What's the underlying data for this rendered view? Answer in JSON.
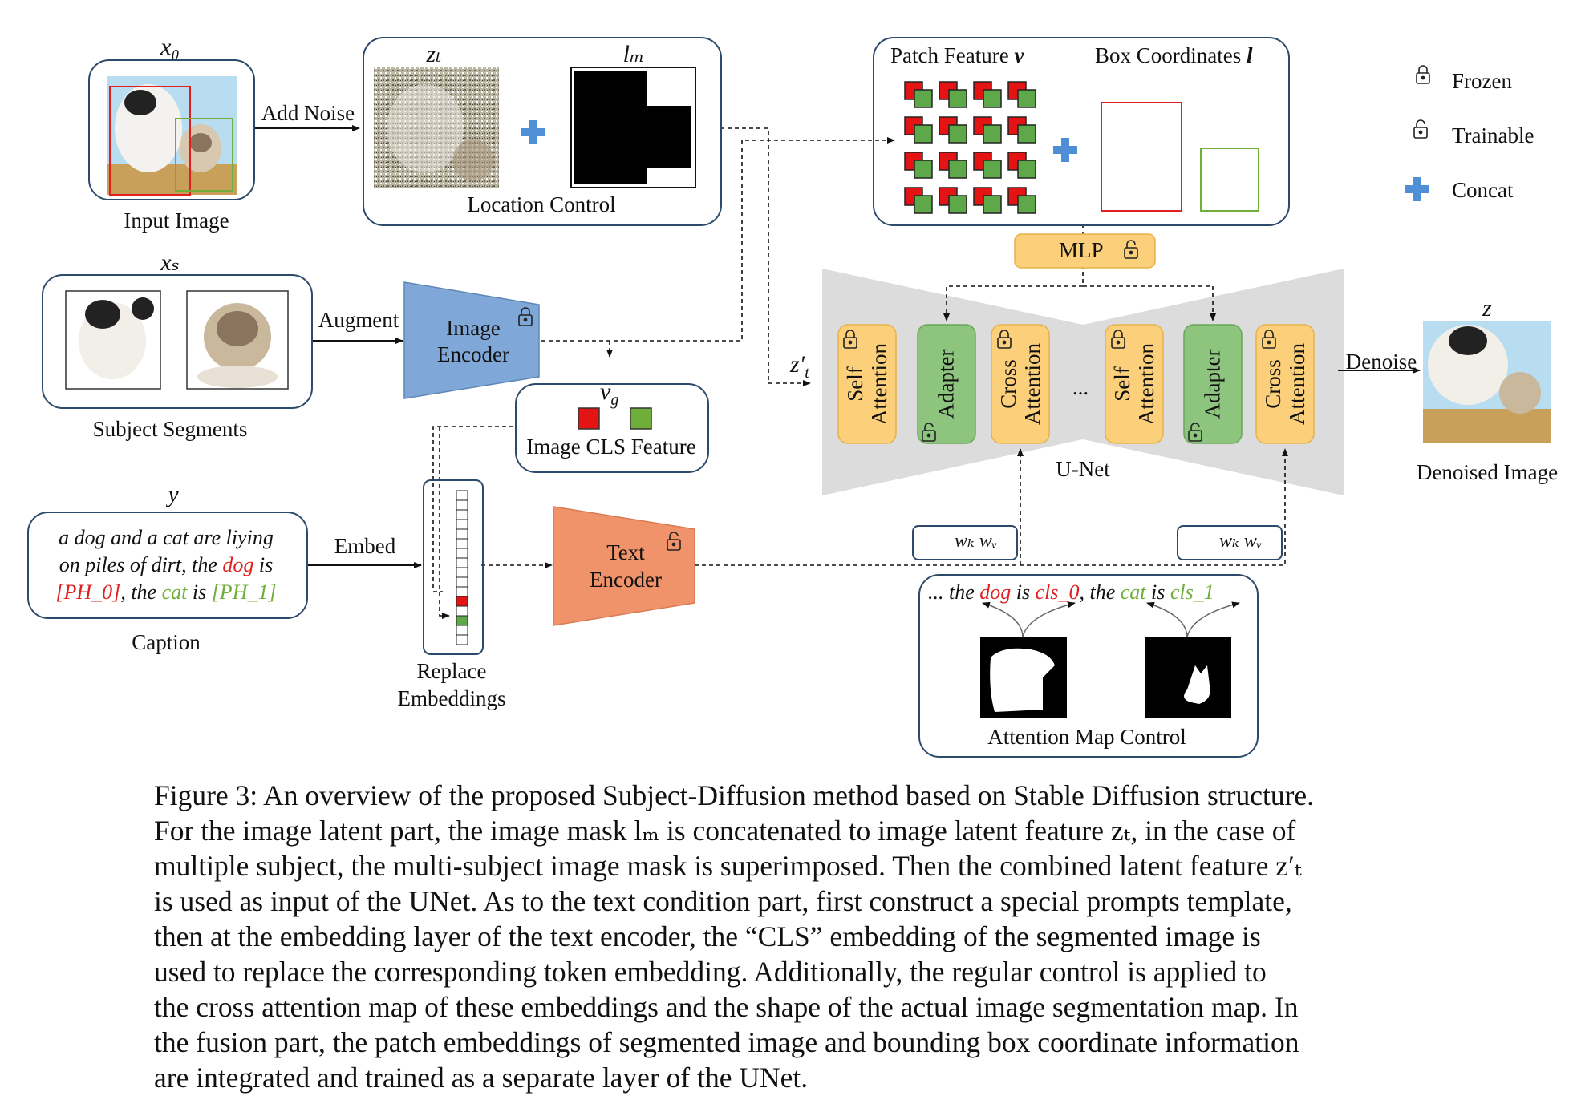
{
  "labels": {
    "x0": "x₀",
    "input_image": "Input Image",
    "add_noise": "Add Noise",
    "zt": "zₜ",
    "lm": "lₘ",
    "location_control": "Location Control",
    "patch_feature": "Patch Feature",
    "patch_sym": "v",
    "box_coordinates": "Box Coordinates",
    "box_sym": "l",
    "legend_frozen": "Frozen",
    "legend_trainable": "Trainable",
    "legend_concat": "Concat",
    "mlp": "MLP",
    "xs": "xₛ",
    "subject_segments": "Subject Segments",
    "augment": "Augment",
    "image_encoder": [
      "Image",
      "Encoder"
    ],
    "vg": "v",
    "vg_sub": "g",
    "image_cls_feature": "Image CLS Feature",
    "zt_prime": "z′",
    "zt_prime_sub": "t",
    "self_attention": [
      "Self",
      "Attention"
    ],
    "adapter": "Adapter",
    "cross_attention": [
      "Cross",
      "Attention"
    ],
    "ellipsis": "...",
    "unet": "U-Net",
    "denoise": "Denoise",
    "z": "z",
    "denoised_image": "Denoised Image",
    "y": "y",
    "caption_line1": "a dog and a cat are liying",
    "caption_line2a": "on piles of dirt, the ",
    "caption_line2b": "dog",
    "caption_line2c": " is",
    "caption_line3a": "[PH_0]",
    "caption_line3b": ", the ",
    "caption_line3c": "cat",
    "caption_line3d": " is ",
    "caption_line3e": "[PH_1]",
    "caption_label": "Caption",
    "embed": "Embed",
    "replace_embeddings": [
      "Replace",
      "Embeddings"
    ],
    "text_encoder": [
      "Text",
      "Encoder"
    ],
    "wkwv": "wₖ wᵥ",
    "attn_text": [
      "... the ",
      "dog",
      " is ",
      "cls_0",
      ", the ",
      "cat",
      " is ",
      "cls_1"
    ],
    "attention_map_control": "Attention Map Control"
  },
  "caption": [
    "Figure 3: An overview of the proposed Subject-Diffusion method based on Stable Diffusion structure.",
    "For the image latent part, the image mask lₘ is concatenated to image latent feature zₜ, in the case of",
    "multiple subject, the multi-subject image mask is superimposed. Then the combined latent feature z′ₜ",
    "is used as input of the UNet. As to the text condition part, first construct a special prompts template,",
    "then at the embedding layer of the text encoder, the “CLS” embedding of the segmented image is",
    "used to replace the corresponding token embedding. Additionally, the regular control is applied to",
    "the cross attention map of these embeddings and the shape of the actual image segmentation map. In",
    "the fusion part, the patch embeddings of segmented image and bounding box coordinate information",
    "are integrated and trained as a separate layer of the UNet."
  ],
  "colors": {
    "cream": "#fdefc4",
    "orange_block": "#fcd07a",
    "green_block": "#8ec57e",
    "blue_encoder": "#7fa8d8",
    "orange_encoder": "#f0936a",
    "unet_gray": "#dcdcdc",
    "red": "#e02020",
    "green": "#6fae3a",
    "concat_blue": "#4f8fd6"
  }
}
